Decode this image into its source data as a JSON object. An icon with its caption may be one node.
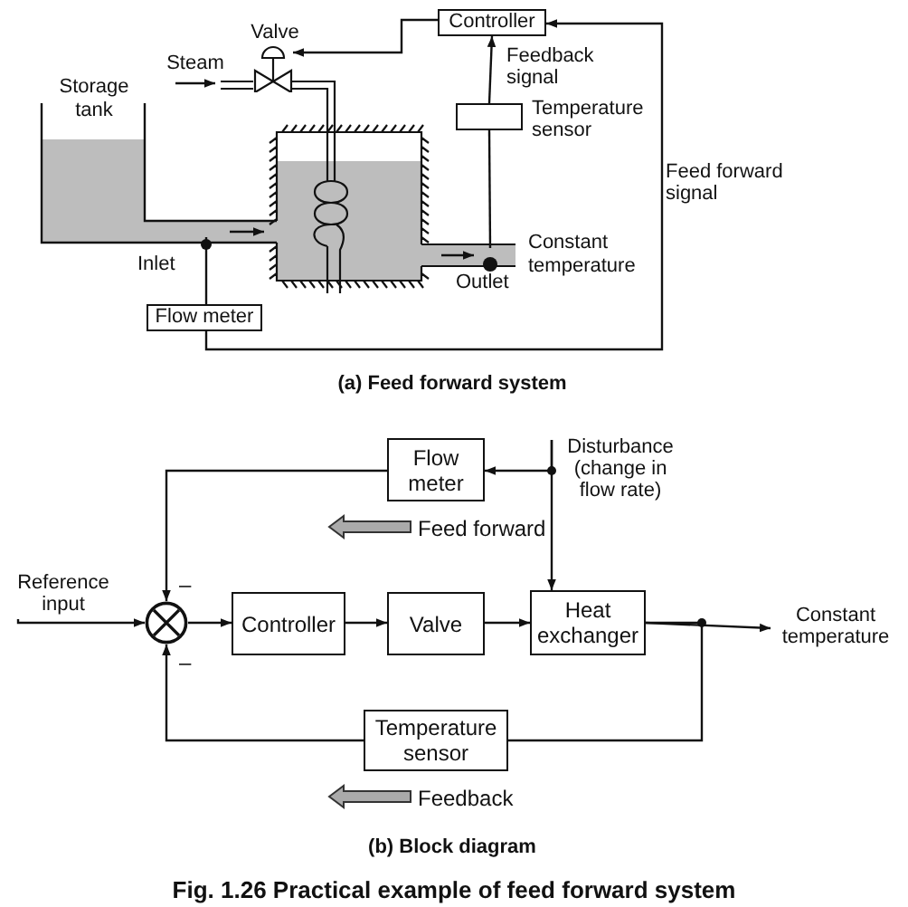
{
  "diagram": {
    "caption": "Fig. 1.26 Practical example of feed forward system",
    "nodes": [
      {
        "text": [
          "Controller"
        ]
      },
      {
        "text": [],
        "shape": "box",
        "beside": [
          "Temperature sensor"
        ]
      },
      {
        "text": [],
        "shape": "valve",
        "beside": [
          "Valve"
        ]
      },
      {
        "text": [
          "Flow meter"
        ]
      },
      {
        "text": [],
        "shape": "circle",
        "beside": [
          "Inlet"
        ]
      },
      {
        "text": [],
        "shape": "circle",
        "beside": [
          "Outlet"
        ]
      },
      {
        "text": [],
        "shape": "circle"
      },
      {
        "text": [
          "Controller"
        ]
      },
      {
        "text": [
          "Valve"
        ]
      },
      {
        "text": [
          "Heat exchanger"
        ]
      },
      {
        "text": [
          "Flow meter"
        ]
      },
      {
        "text": [
          "Temperature sensor"
        ]
      },
      {
        "text": [
          "Disturbance (change in flow rate)"
        ]
      },
      {
        "text": [
          "Reference input"
        ]
      },
      {
        "text": [
          "Constant temperature"
        ]
      }
    ],
    "edges": [
      {
        "from": 0,
        "to": 2,
        "arrow": "to"
      },
      {
        "from": 1,
        "to": 0,
        "arrow": "to",
        "label": "Feedback signal"
      },
      {
        "from": 5,
        "to": 1,
        "arrow": "none"
      },
      {
        "from": 4,
        "to": 3,
        "arrow": "none"
      },
      {
        "from": 3,
        "to": 0,
        "arrow": "to",
        "label": "Feed forward signal"
      },
      {
        "from": 13,
        "to": 6,
        "arrow": "to"
      },
      {
        "from": 6,
        "to": 7,
        "arrow": "to"
      },
      {
        "from": 7,
        "to": 8,
        "arrow": "to"
      },
      {
        "from": 8,
        "to": 9,
        "arrow": "to"
      },
      {
        "from": 9,
        "to": 14,
        "arrow": "to"
      },
      {
        "from": 9,
        "to": 11,
        "arrow": "none"
      },
      {
        "from": 11,
        "to": 6,
        "arrow": "to"
      },
      {
        "from": 12,
        "to": 10,
        "arrow": "to"
      },
      {
        "from": 12,
        "to": 9,
        "arrow": "to"
      },
      {
        "from": 10,
        "to": 6,
        "arrow": "to"
      }
    ],
    "labels": [
      "Storage tank",
      "Steam",
      "Constant temperature",
      "(a) Feed forward system",
      "–",
      "–",
      "Feed forward",
      "Feedback",
      "(b) Block diagram"
    ]
  }
}
